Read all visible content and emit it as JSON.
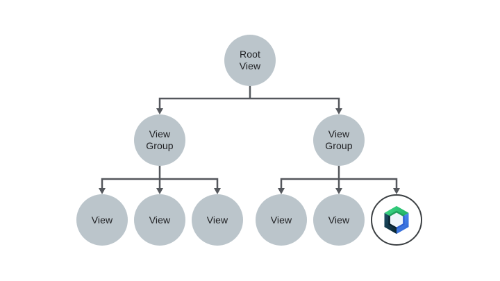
{
  "diagram": {
    "kind": "tree",
    "description": "Android view hierarchy tree with Jetpack Compose leaf node",
    "nodes": {
      "root": {
        "label": "Root\nView"
      },
      "group_left": {
        "label": "View\nGroup"
      },
      "group_right": {
        "label": "View\nGroup"
      },
      "leaf_1": {
        "label": "View"
      },
      "leaf_2": {
        "label": "View"
      },
      "leaf_3": {
        "label": "View"
      },
      "leaf_4": {
        "label": "View"
      },
      "leaf_5": {
        "label": "View"
      },
      "leaf_compose": {
        "icon": "jetpack-compose-icon"
      }
    },
    "edges": [
      [
        "root",
        "group_left"
      ],
      [
        "root",
        "group_right"
      ],
      [
        "group_left",
        "leaf_1"
      ],
      [
        "group_left",
        "leaf_2"
      ],
      [
        "group_left",
        "leaf_3"
      ],
      [
        "group_right",
        "leaf_4"
      ],
      [
        "group_right",
        "leaf_5"
      ],
      [
        "group_right",
        "leaf_compose"
      ]
    ],
    "colors": {
      "background": "#FFFFFF",
      "node_fill": "#BBC5CB",
      "node_text": "#202124",
      "connector": "#54575C",
      "compose_ring": "#3C4043",
      "compose_green_light": "#40D988",
      "compose_green_dark": "#20B468",
      "compose_blue_light": "#4E8DF6",
      "compose_blue_dark": "#2E64CF",
      "compose_navy_light": "#1F5068",
      "compose_navy_dark": "#0A2836",
      "compose_center": "#EDF4FA"
    }
  }
}
